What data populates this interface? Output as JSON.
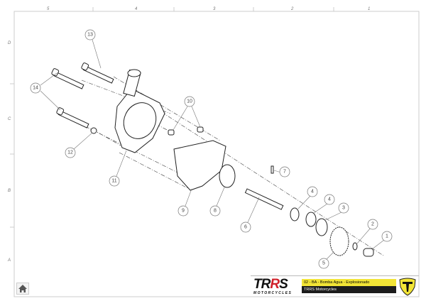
{
  "frame": {
    "columns": [
      "5",
      "4",
      "3",
      "2",
      "1"
    ],
    "rows": [
      "D",
      "C",
      "B",
      "A"
    ]
  },
  "balloons": [
    {
      "n": "13"
    },
    {
      "n": "14"
    },
    {
      "n": "10"
    },
    {
      "n": "12"
    },
    {
      "n": "11"
    },
    {
      "n": "9"
    },
    {
      "n": "8"
    },
    {
      "n": "7"
    },
    {
      "n": "6"
    },
    {
      "n": "4"
    },
    {
      "n": "4"
    },
    {
      "n": "3"
    },
    {
      "n": "2"
    },
    {
      "n": "1"
    },
    {
      "n": "5"
    }
  ],
  "title_block": {
    "logo_text": "TRRS",
    "logo_sub": "MOTORCYCLES",
    "title": "02 - BA - Bomba Agua - Explosionado",
    "company": "TRRS Motorcycles"
  },
  "toolbar": {
    "home_icon": "home-icon"
  }
}
